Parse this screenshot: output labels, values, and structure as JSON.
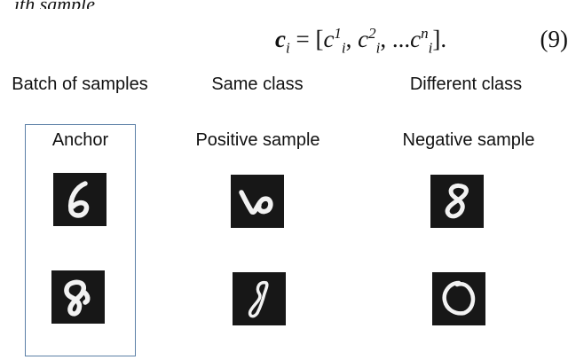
{
  "intro_fragment": "ith sample",
  "equation": {
    "lhs_symbol": "c",
    "lhs_sub": "i",
    "equals": " = [",
    "terms": [
      {
        "base": "c",
        "sup": "1",
        "sub": "i",
        "sep": ", "
      },
      {
        "base": "c",
        "sup": "2",
        "sub": "i",
        "sep": ", ..."
      },
      {
        "base": "c",
        "sup": "n",
        "sub": "i",
        "sep": ""
      }
    ],
    "close": "].",
    "number": "(9)"
  },
  "figure": {
    "columns": [
      {
        "group": "Batch of samples",
        "label": "Anchor"
      },
      {
        "group": "Same class",
        "label": "Positive sample"
      },
      {
        "group": "Different class",
        "label": "Negative sample"
      }
    ],
    "digits": {
      "anchor_row1": "6",
      "anchor_row2": "8",
      "positive_row1": "6",
      "positive_row2": "8",
      "negative_row1": "8",
      "negative_row2": "0"
    }
  }
}
